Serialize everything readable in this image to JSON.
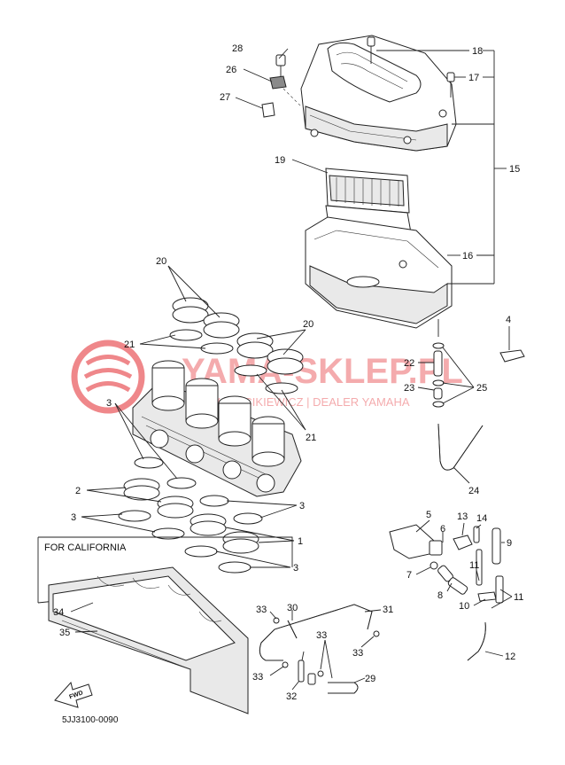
{
  "diagram": {
    "inset_label": "FOR CALIFORNIA",
    "drawing_code": "5JJ3100-0090",
    "fwd_label": "FWD",
    "watermark": {
      "main_text": "YAMA-SKLEP.PL",
      "sub_text": "JAN WACHCIKIEWICZ | DEALER YAMAHA",
      "color": "#e2262b"
    },
    "callouts": {
      "c1": "1",
      "c2": "2",
      "c3a": "3",
      "c3b": "3",
      "c3c": "3",
      "c3d": "3",
      "c4": "4",
      "c5": "5",
      "c6": "6",
      "c7": "7",
      "c8": "8",
      "c9": "9",
      "c10": "10",
      "c11a": "11",
      "c11b": "11",
      "c12": "12",
      "c13": "13",
      "c14": "14",
      "c15": "15",
      "c16": "16",
      "c17": "17",
      "c18": "18",
      "c19": "19",
      "c20a": "20",
      "c20b": "20",
      "c21a": "21",
      "c21b": "21",
      "c22": "22",
      "c23": "23",
      "c24": "24",
      "c25": "25",
      "c26": "26",
      "c27": "27",
      "c28": "28",
      "c29": "29",
      "c30": "30",
      "c31": "31",
      "c32": "32",
      "c33a": "33",
      "c33b": "33",
      "c33c": "33",
      "c33d": "33",
      "c34": "34",
      "c35": "35"
    }
  }
}
